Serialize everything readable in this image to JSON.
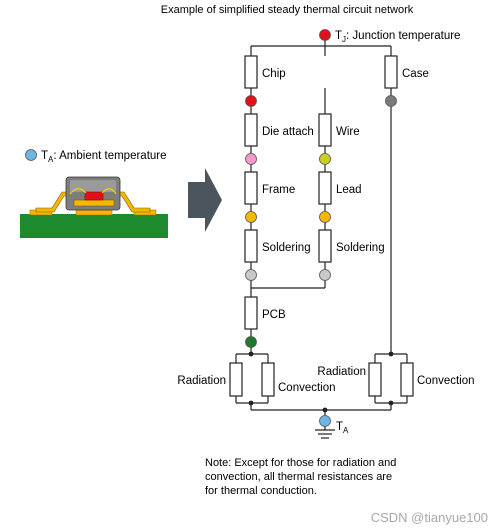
{
  "title": "Example of simplified steady thermal circuit network",
  "junction": {
    "symbol": "T",
    "subscript": "J",
    "label": ": Junction temperature",
    "color": "#e3101c"
  },
  "ambient": {
    "symbol": "T",
    "subscript": "A",
    "label": ": Ambient temperature",
    "color": "#6fb4e6"
  },
  "ground": {
    "symbol": "T",
    "subscript": "A",
    "color": "#6fb4e6"
  },
  "resistors": {
    "chip": "Chip",
    "die_attach": "Die attach",
    "frame": "Frame",
    "soldering_left": "Soldering",
    "pcb": "PCB",
    "radiation_left": "Radiation",
    "convection_left": "Convection",
    "wire": "Wire",
    "lead": "Lead",
    "soldering_mid": "Soldering",
    "case": "Case",
    "radiation_right": "Radiation",
    "convection_right": "Convection"
  },
  "node_colors": {
    "die_top": "#e3101c",
    "frame_top": "#f09bc8",
    "soldering_top": "#f5b800",
    "pcb_top": "#c8c8c8",
    "pcb_bottom": "#1d7a2e",
    "lead_top": "#c8cf20",
    "case_bottom": "#7a7a7a",
    "package_body": "#7d7d7d",
    "chip_die": "#e3101c",
    "pcb_board": "#1e8a2e",
    "leads": "#f5b800",
    "arrow": "#4a555e"
  },
  "note": [
    "Note: Except for those for radiation and",
    "convection, all thermal resistances are",
    "for thermal conduction."
  ],
  "watermark": "CSDN @tianyue100"
}
